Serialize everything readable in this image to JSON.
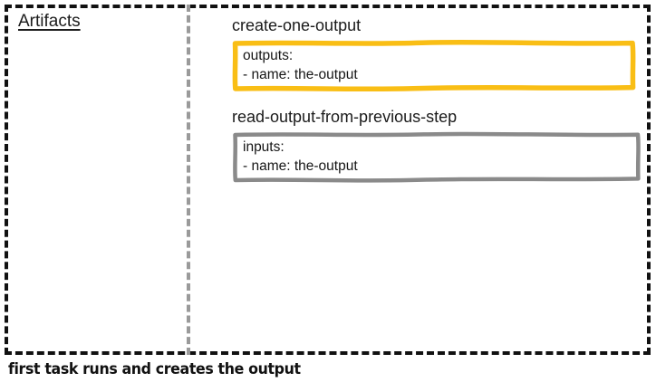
{
  "diagram": {
    "caption": "first task runs and creates the output",
    "colors": {
      "frame_border": "#111111",
      "divider": "#9a9a9a",
      "highlight_box": "#f9be15",
      "neutral_box": "#8a8a8a",
      "text": "#161616",
      "background": "#ffffff"
    }
  },
  "left_panel": {
    "title": "Artifacts"
  },
  "right_panel": {
    "steps": [
      {
        "name": "create-one-output",
        "box_color": "#f9be15",
        "code_lines": "outputs:\n- name: the-output"
      },
      {
        "name": "read-output-from-previous-step",
        "box_color": "#8a8a8a",
        "code_lines": "inputs:\n- name: the-output"
      }
    ]
  }
}
